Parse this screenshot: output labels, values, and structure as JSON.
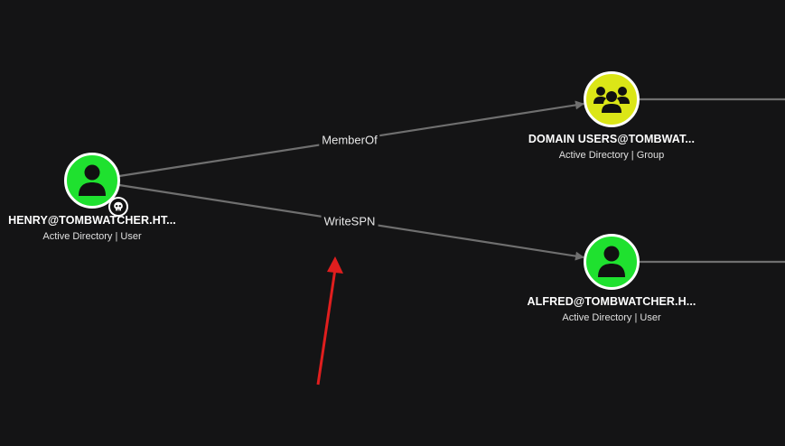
{
  "colors": {
    "background": "#141415",
    "edge": "#6f6f6f",
    "user_node": "#1fe12f",
    "group_node": "#dbe617",
    "annotation_arrow": "#e01e1e"
  },
  "nodes": {
    "henry": {
      "name": "HENRY@TOMBWATCHER.HT...",
      "type": "Active Directory | User",
      "icon": "user-icon",
      "badge_icon": "skull-icon"
    },
    "domain_users": {
      "name": "DOMAIN USERS@TOMBWAT...",
      "type": "Active Directory | Group",
      "icon": "group-icon"
    },
    "alfred": {
      "name": "ALFRED@TOMBWATCHER.H...",
      "type": "Active Directory | User",
      "icon": "user-icon"
    }
  },
  "edges": {
    "member_of": {
      "label": "MemberOf",
      "from": "HENRY@TOMBWATCHER.HT...",
      "to": "DOMAIN USERS@TOMBWAT..."
    },
    "write_spn": {
      "label": "WriteSPN",
      "from": "HENRY@TOMBWATCHER.HT...",
      "to": "ALFRED@TOMBWATCHER.H..."
    }
  }
}
